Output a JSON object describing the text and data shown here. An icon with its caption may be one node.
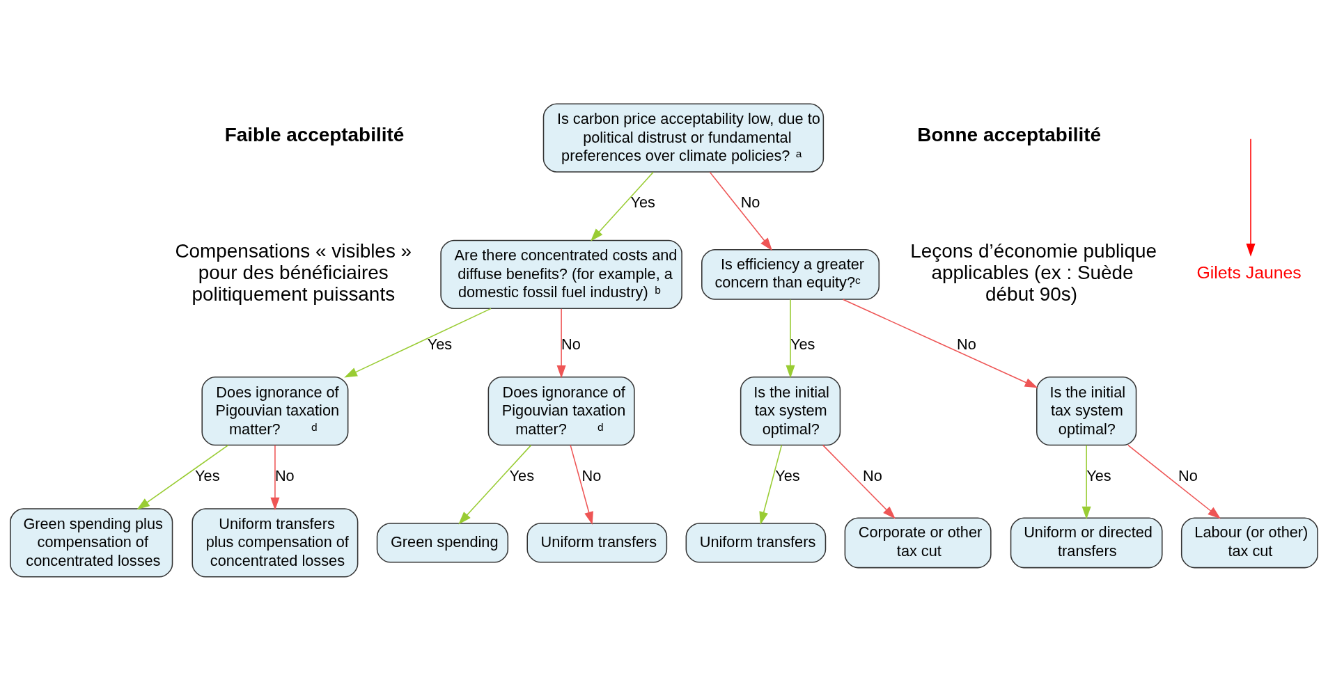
{
  "diagram": {
    "nodes": [
      {
        "text": [
          "Is carbon price acceptability low, due to political distrust or fundamental preferences over climate policies?$^{a}$"
        ]
      },
      {
        "text": [
          "Are there concentrated costs and diffuse benefits? (for example, a domestic fossil fuel industry)$^{b}$"
        ]
      },
      {
        "text": [
          "Is efficiency a greater concern than equity?$^{c}$"
        ]
      },
      {
        "text": [
          "Does ignorance of Pigouvian taxation matter?$^{d}$"
        ]
      },
      {
        "text": [
          "Does ignorance of Pigouvian taxation matter?$^{d}$"
        ]
      },
      {
        "text": [
          "Is the initial tax system optimal?"
        ]
      },
      {
        "text": [
          "Is the initial tax system optimal?"
        ]
      },
      {
        "text": [
          "Green spending plus compensation of concentrated losses"
        ]
      },
      {
        "text": [
          "Uniform transfers plus compensation of concentrated losses"
        ]
      },
      {
        "text": [
          "Green spending"
        ]
      },
      {
        "text": [
          "Uniform transfers"
        ]
      },
      {
        "text": [
          "Uniform transfers"
        ]
      },
      {
        "text": [
          "Corporate or other tax cut"
        ]
      },
      {
        "text": [
          "Uniform or directed transfers"
        ]
      },
      {
        "text": [
          "Labour (or other) tax cut"
        ]
      },
      {
        "text": [
          "Gilets Jaunes"
        ]
      }
    ],
    "edges": [
      {
        "from": 0,
        "to": 1,
        "arrow": "to",
        "label": "Yes",
        "color": "#99cc33"
      },
      {
        "from": 0,
        "to": 2,
        "arrow": "to",
        "label": "No",
        "color": "#ee5555"
      },
      {
        "from": 1,
        "to": 3,
        "arrow": "to",
        "label": "Yes",
        "color": "#99cc33"
      },
      {
        "from": 1,
        "to": 4,
        "arrow": "to",
        "label": "No",
        "color": "#ee5555"
      },
      {
        "from": 2,
        "to": 5,
        "arrow": "to",
        "label": "Yes",
        "color": "#99cc33"
      },
      {
        "from": 2,
        "to": 6,
        "arrow": "to",
        "label": "No",
        "color": "#ee5555"
      },
      {
        "from": 3,
        "to": 7,
        "arrow": "to",
        "label": "Yes",
        "color": "#99cc33"
      },
      {
        "from": 3,
        "to": 8,
        "arrow": "to",
        "label": "No",
        "color": "#ee5555"
      },
      {
        "from": 4,
        "to": 9,
        "arrow": "to",
        "label": "Yes",
        "color": "#99cc33"
      },
      {
        "from": 4,
        "to": 10,
        "arrow": "to",
        "label": "No",
        "color": "#ee5555"
      },
      {
        "from": 5,
        "to": 11,
        "arrow": "to",
        "label": "Yes",
        "color": "#99cc33"
      },
      {
        "from": 5,
        "to": 12,
        "arrow": "to",
        "label": "No",
        "color": "#ee5555"
      },
      {
        "from": 6,
        "to": 13,
        "arrow": "to",
        "label": "Yes",
        "color": "#99cc33"
      },
      {
        "from": 6,
        "to": 14,
        "arrow": "to",
        "label": "No",
        "color": "#ee5555"
      },
      {
        "from": null,
        "to": 15,
        "arrow": "to",
        "color": "#ff0000"
      }
    ],
    "labels": [
      "Faible acceptabilité",
      "Compensations « visibles » pour des bénéficiaires politiquement puissants",
      "Bonne acceptabilité",
      "Leçons d’économie publique applicables (ex : Suède début 90s)"
    ]
  }
}
